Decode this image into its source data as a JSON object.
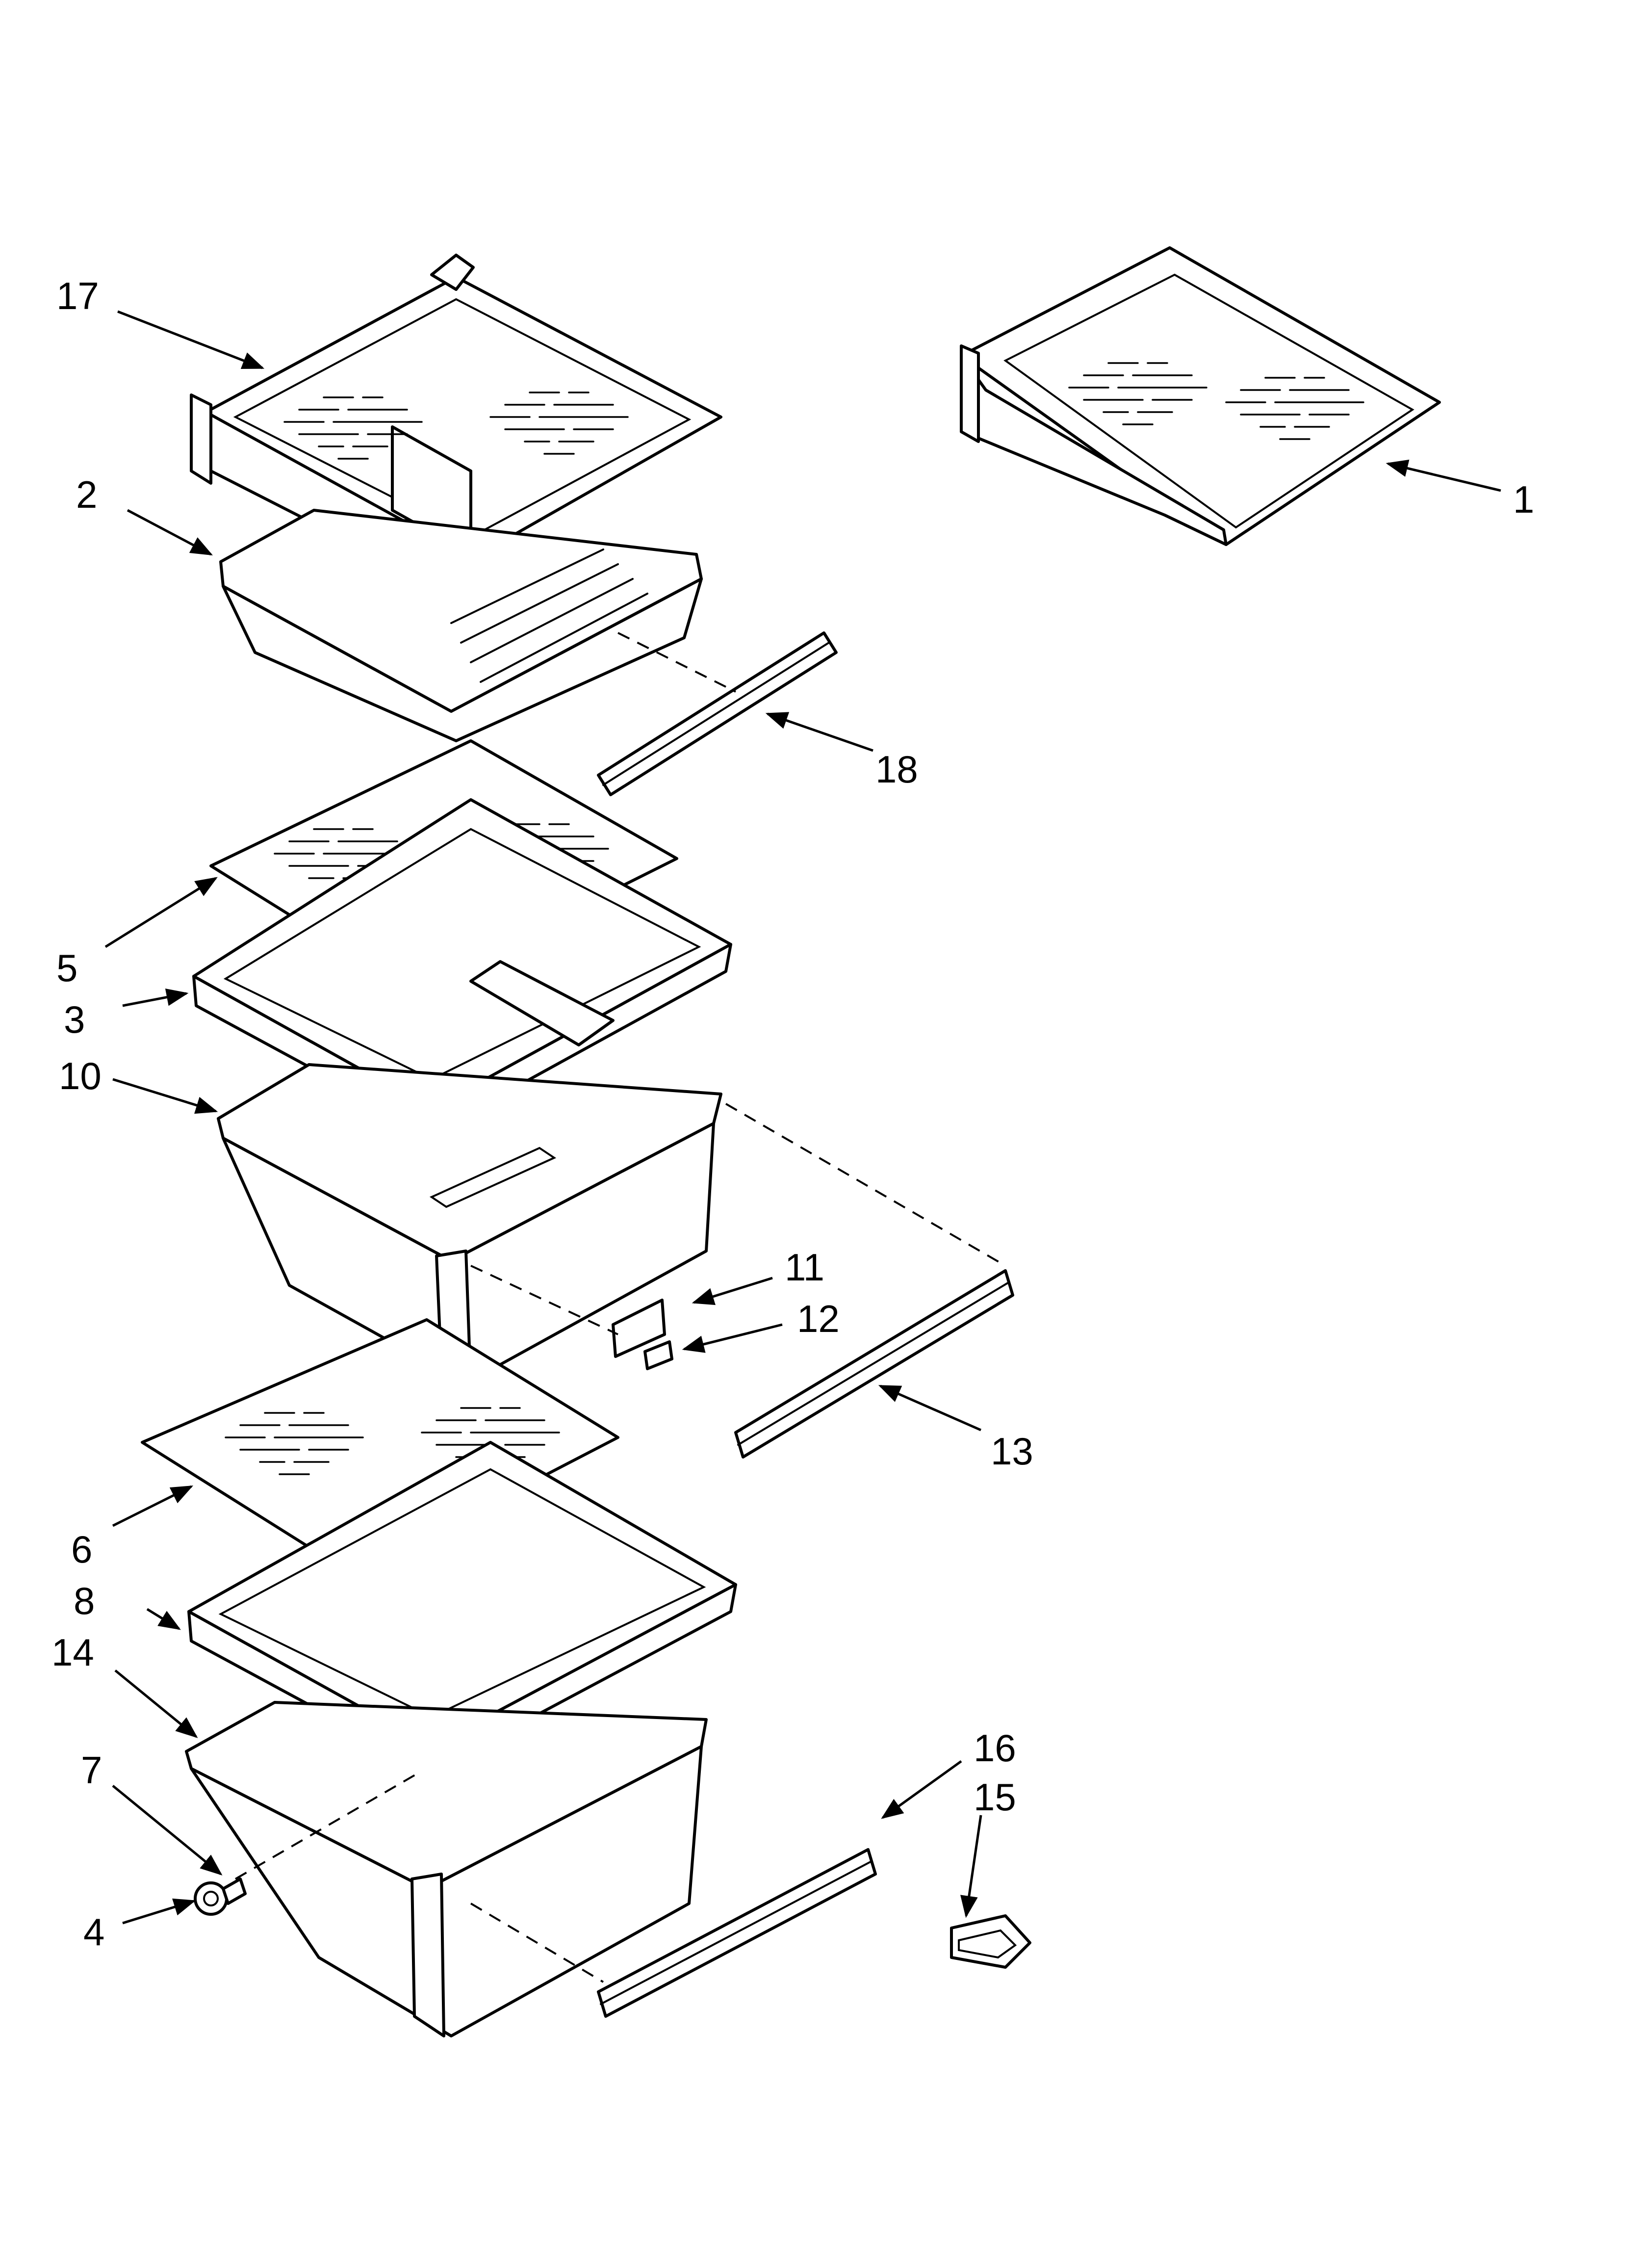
{
  "callouts": [
    {
      "id": "p1",
      "label": "1"
    },
    {
      "id": "p2",
      "label": "2"
    },
    {
      "id": "p3",
      "label": "3"
    },
    {
      "id": "p4",
      "label": "4"
    },
    {
      "id": "p5",
      "label": "5"
    },
    {
      "id": "p6",
      "label": "6"
    },
    {
      "id": "p7",
      "label": "7"
    },
    {
      "id": "p8",
      "label": "8"
    },
    {
      "id": "p10",
      "label": "10"
    },
    {
      "id": "p11",
      "label": "11"
    },
    {
      "id": "p12",
      "label": "12"
    },
    {
      "id": "p13",
      "label": "13"
    },
    {
      "id": "p14",
      "label": "14"
    },
    {
      "id": "p15",
      "label": "15"
    },
    {
      "id": "p16",
      "label": "16"
    },
    {
      "id": "p17",
      "label": "17"
    },
    {
      "id": "p18",
      "label": "18"
    }
  ]
}
